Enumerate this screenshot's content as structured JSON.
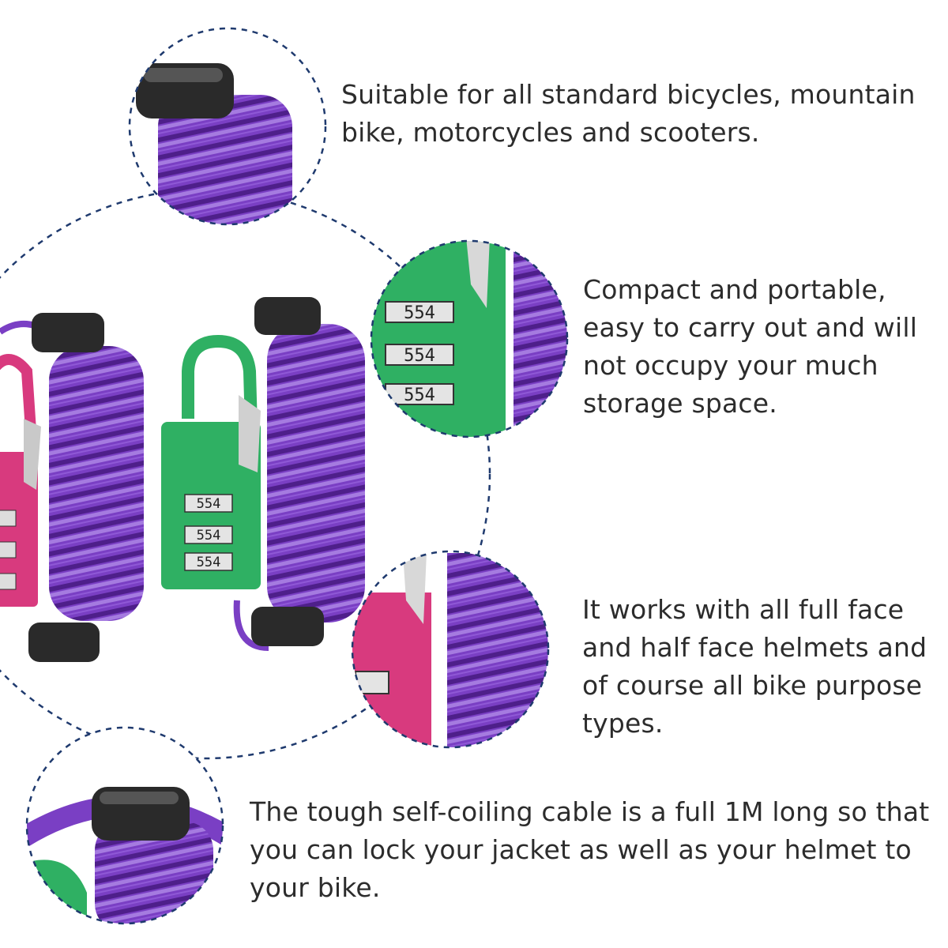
{
  "features": [
    {
      "lines": [
        "Suitable for all standard bicycles, mountain",
        "bike, motorcycles and scooters."
      ]
    },
    {
      "lines": [
        "Compact and portable,",
        "easy to carry out and will",
        "not occupy your much",
        "storage space."
      ]
    },
    {
      "lines": [
        "It works with all full face",
        "and half face helmets and",
        "of course all bike purpose",
        "types."
      ]
    },
    {
      "lines": [
        "The tough self-coiling cable is a full 1M long so that",
        "you can lock your jacket as well as your helmet to",
        "your bike."
      ]
    }
  ],
  "lock_digits": "554",
  "colors": {
    "cable": "#7a3fc4",
    "cable_light": "#a57be0",
    "cable_dark": "#4e1f8a",
    "green_lock": "#2fb063",
    "pink_lock": "#d83a7e",
    "end_cap": "#2a2a2a",
    "dashed_circle": "#1f3a6e",
    "text": "#2c2c2c"
  },
  "icons": [
    "coiled-cable-lock",
    "combination-padlock"
  ]
}
